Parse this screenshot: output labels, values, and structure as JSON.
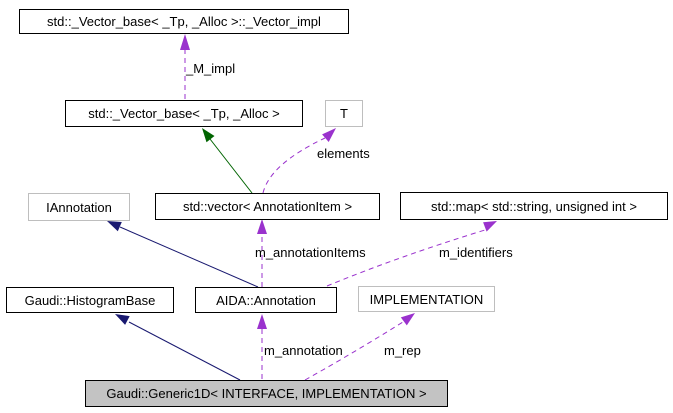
{
  "diagram": {
    "kind": "collaboration-graph",
    "colors": {
      "usage": "#9a32cd",
      "inheritance": "#191970",
      "template_inheritance": "#006400",
      "node_border": "#000000",
      "external_node_border": "#bebebe",
      "focus_node_fill": "#c3c3c3",
      "background": "#ffffff",
      "text": "#000000"
    },
    "nodes": [
      {
        "label": "std::_Vector_base< _Tp, _Alloc >::_Vector_impl",
        "kind": "class"
      },
      {
        "label": "std::_Vector_base< _Tp, _Alloc >",
        "kind": "class"
      },
      {
        "label": "T",
        "kind": "template-parameter"
      },
      {
        "label": "IAnnotation",
        "kind": "external"
      },
      {
        "label": "std::vector< AnnotationItem >",
        "kind": "class"
      },
      {
        "label": "std::map< std::string, unsigned int >",
        "kind": "class"
      },
      {
        "label": "Gaudi::HistogramBase",
        "kind": "class"
      },
      {
        "label": "AIDA::Annotation",
        "kind": "class"
      },
      {
        "label": "IMPLEMENTATION",
        "kind": "template-parameter"
      },
      {
        "label": "Gaudi::Generic1D< INTERFACE, IMPLEMENTATION >",
        "kind": "focus"
      }
    ],
    "edges": [
      {
        "label": "_M_impl",
        "from": "std::_Vector_base< _Tp, _Alloc >",
        "to": "std::_Vector_base< _Tp, _Alloc >::_Vector_impl",
        "style": "dashed-usage"
      },
      {
        "label": "",
        "from": "std::vector< AnnotationItem >",
        "to": "std::_Vector_base< _Tp, _Alloc >",
        "style": "solid-inheritance-green"
      },
      {
        "label": "elements",
        "from": "std::vector< AnnotationItem >",
        "to": "T",
        "style": "dashed-usage"
      },
      {
        "label": "",
        "from": "AIDA::Annotation",
        "to": "IAnnotation",
        "style": "solid-inheritance-blue"
      },
      {
        "label": "m_annotationItems",
        "from": "AIDA::Annotation",
        "to": "std::vector< AnnotationItem >",
        "style": "dashed-usage"
      },
      {
        "label": "m_identifiers",
        "from": "AIDA::Annotation",
        "to": "std::map< std::string, unsigned int >",
        "style": "dashed-usage"
      },
      {
        "label": "",
        "from": "Gaudi::Generic1D< INTERFACE, IMPLEMENTATION >",
        "to": "Gaudi::HistogramBase",
        "style": "solid-inheritance-blue"
      },
      {
        "label": "m_annotation",
        "from": "Gaudi::Generic1D< INTERFACE, IMPLEMENTATION >",
        "to": "AIDA::Annotation",
        "style": "dashed-usage"
      },
      {
        "label": "m_rep",
        "from": "Gaudi::Generic1D< INTERFACE, IMPLEMENTATION >",
        "to": "IMPLEMENTATION",
        "style": "dashed-usage"
      }
    ]
  }
}
